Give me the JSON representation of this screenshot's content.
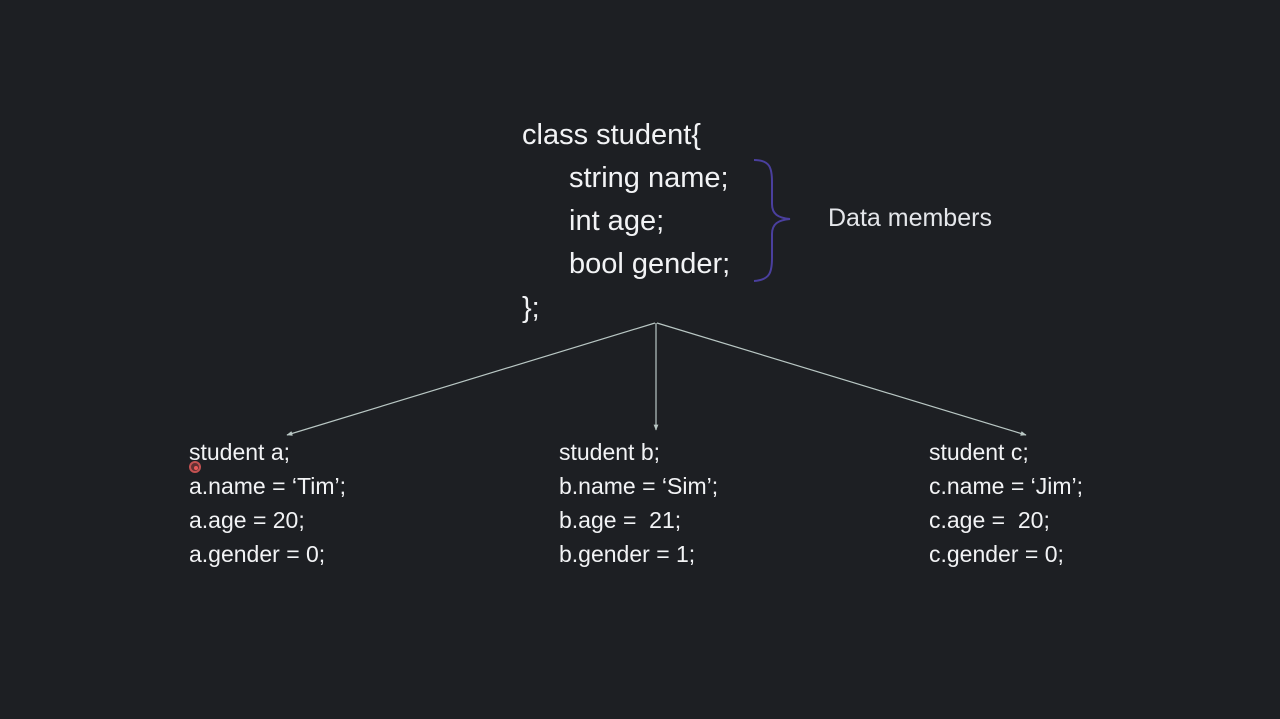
{
  "class_definition": {
    "lines": [
      "class student{",
      "string name;",
      "int age;",
      "bool gender;",
      "};"
    ]
  },
  "annotation": {
    "label": "Data members",
    "brace_color": "#4a3f9e"
  },
  "arrow_color": "#b9c7c4",
  "instances": [
    {
      "lines": [
        "student a;",
        "a.name = ‘Tim’;",
        "a.age = 20;",
        "a.gender = 0;"
      ]
    },
    {
      "lines": [
        "student b;",
        "b.name = ‘Sim’;",
        "b.age =  21;",
        "b.gender = 1;"
      ]
    },
    {
      "lines": [
        "student c;",
        "c.name = ‘Jim’;",
        "c.age =  20;",
        "c.gender = 0;"
      ]
    }
  ]
}
